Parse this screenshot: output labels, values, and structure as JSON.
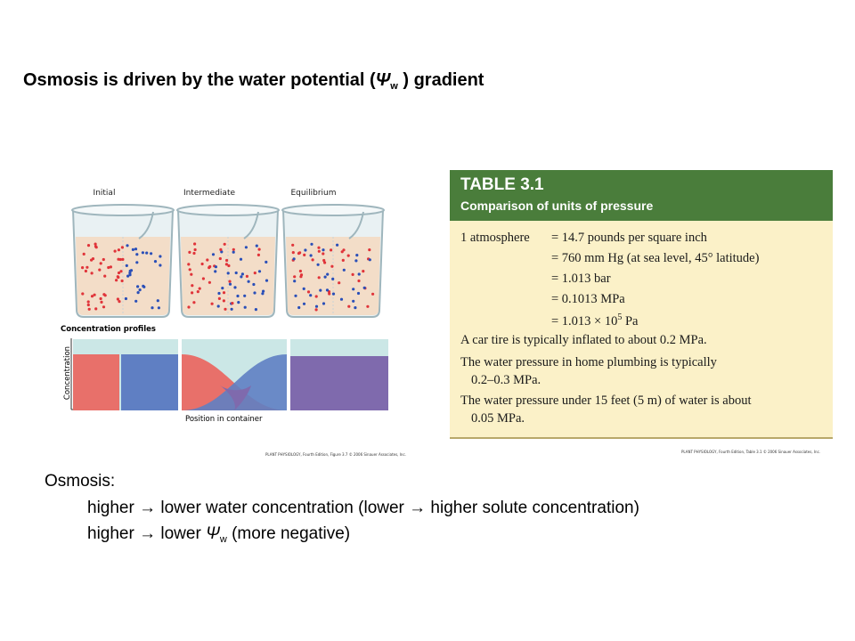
{
  "slide": {
    "title_prefix": "Osmosis is driven by the water potential (",
    "title_symbol": "Ψ",
    "title_sub": "w",
    "title_suffix": " ) gradient"
  },
  "figure": {
    "stages": [
      "Initial",
      "Intermediate",
      "Equilibrium"
    ],
    "panel_title": "Concentration profiles",
    "y_axis_label": "Concentration",
    "x_axis_label": "Position in container",
    "credit": "PLANT PHYSIOLOGY, Fourth Edition, Figure 3.7 © 2006 Sinauer Associates, Inc.",
    "colors": {
      "water_side": "#e8706a",
      "solute_side": "#5f7fc3",
      "mixed": "#7f6aad",
      "background": "#cbe7e6",
      "liquid": "#f4d9c0"
    }
  },
  "table": {
    "number": "TABLE 3.1",
    "caption": "Comparison of units of pressure",
    "rows": [
      {
        "term": "1 atmosphere",
        "value": "= 14.7 pounds per square inch"
      },
      {
        "term": "",
        "value": "= 760 mm Hg (at sea level, 45° latitude)"
      },
      {
        "term": "",
        "value": "= 1.013 bar"
      },
      {
        "term": "",
        "value": "= 0.1013 MPa"
      },
      {
        "term": "",
        "value": "= 1.013 × 10",
        "sup": "5",
        "tail": " Pa"
      }
    ],
    "notes": [
      {
        "line1": "A car tire is typically inflated to about 0.2 MPa.",
        "line2": ""
      },
      {
        "line1": "The water pressure in home plumbing is typically",
        "line2": "0.2–0.3 MPa."
      },
      {
        "line1": "The water pressure under 15 feet (5 m) of water is about",
        "line2": "0.05 MPa."
      }
    ],
    "credit": "PLANT PHYSIOLOGY, Fourth Edition, Table 3.1 © 2006 Sinauer Associates, Inc.",
    "colors": {
      "header": "#4a7d3b",
      "body": "#fbf1c8"
    }
  },
  "bullets": {
    "heading": "Osmosis:",
    "line1": "higher → lower water concentration (lower → higher solute concentration)",
    "line2_prefix": "higher → lower ",
    "line2_symbol": "Ψ",
    "line2_sub": "w",
    "line2_suffix": " (more negative)"
  }
}
